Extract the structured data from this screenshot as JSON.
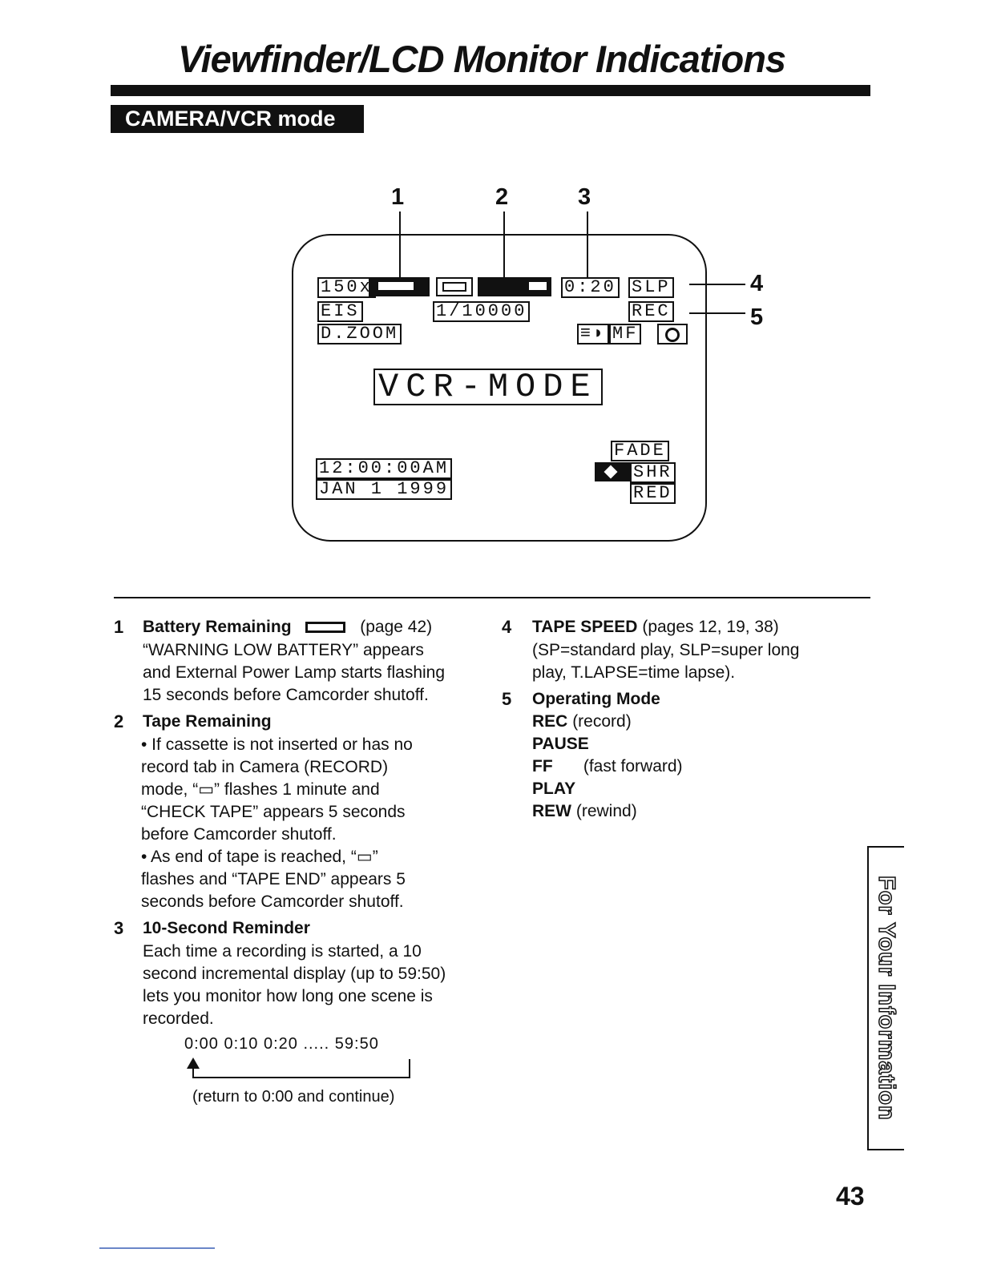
{
  "page": {
    "title": "Viewfinder/LCD Monitor Indications",
    "mode_tab": "CAMERA/VCR mode",
    "page_number": "43",
    "side_tab": "For Your Information"
  },
  "diagram": {
    "callouts": [
      "1",
      "2",
      "3",
      "4",
      "5"
    ],
    "indicators": {
      "zoom": "150x",
      "eis": "EIS",
      "dzoom": "D.ZOOM",
      "shutter": "1/10000",
      "counter": "0:20",
      "speed": "SLP",
      "rec": "REC",
      "mf": "MF",
      "vcr_mode": "VCR-MODE",
      "time": "12:00:00AM",
      "date": "JAN  1 1999",
      "fade": "FADE",
      "shr": "SHR",
      "red": "RED"
    }
  },
  "items": [
    {
      "num": "1",
      "title": "Battery Remaining",
      "ref": "(page 42)",
      "body": "“WARNING LOW BATTERY” appears\nand External Power Lamp starts flashing\n15 seconds before Camcorder shutoff."
    },
    {
      "num": "2",
      "title": "Tape Remaining",
      "bullets": [
        "• If cassette is not inserted or has no\nrecord tab in Camera (RECORD)\nmode, “▭” flashes 1 minute and\n“CHECK TAPE” appears 5 seconds\nbefore Camcorder shutoff.",
        "• As end of tape is reached, “▭”\nflashes and “TAPE END” appears 5\nseconds before Camcorder shutoff."
      ]
    },
    {
      "num": "3",
      "title": "10-Second Reminder",
      "body": "Each time a recording is started, a 10\nsecond incremental display (up to 59:50)\nlets you monitor how long one scene is\nrecorded.",
      "timeline": "0:00  0:10  0:20  .....  59:50",
      "return_note": "(return to 0:00 and continue)"
    },
    {
      "num": "4",
      "title": "TAPE SPEED",
      "ref": "(pages 12, 19, 38)",
      "body": "(SP=standard play, SLP=super long\nplay, T.LAPSE=time lapse)."
    },
    {
      "num": "5",
      "title": "Operating Mode",
      "modes": [
        {
          "code": "REC",
          "desc": "(record)"
        },
        {
          "code": "PAUSE",
          "desc": ""
        },
        {
          "code": "FF",
          "desc": "(fast forward)"
        },
        {
          "code": "PLAY",
          "desc": ""
        },
        {
          "code": "REW",
          "desc": "(rewind)"
        }
      ]
    }
  ]
}
